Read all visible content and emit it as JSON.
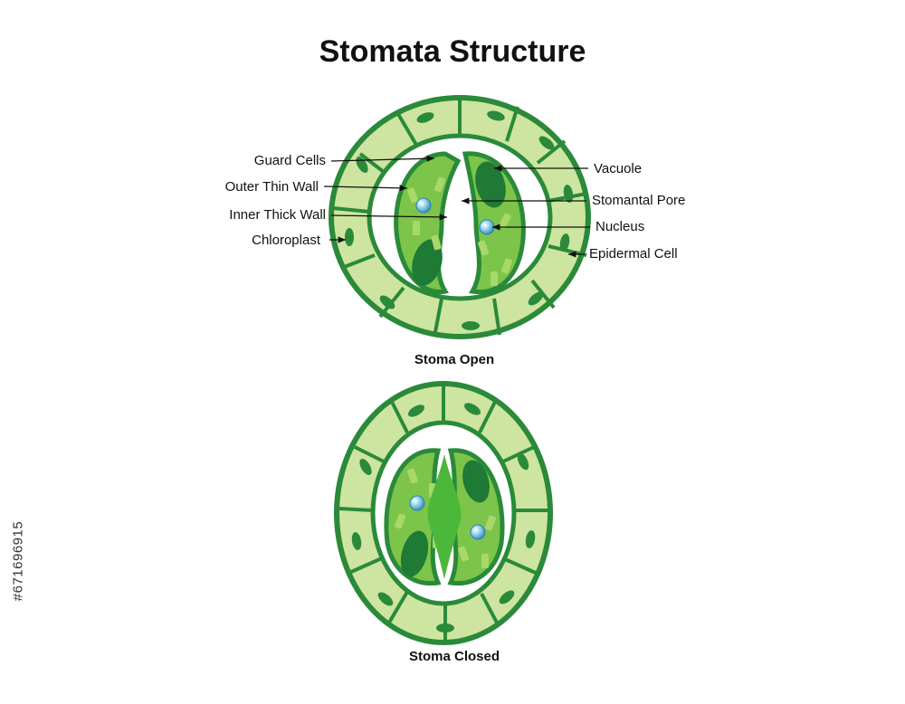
{
  "title": "Stomata Structure",
  "labels": {
    "guard_cells": "Guard Cells",
    "outer_thin_wall": "Outer Thin Wall",
    "inner_thick_wall": "Inner Thick Wall",
    "chloroplast": "Chloroplast",
    "vacuole": "Vacuole",
    "stomatal_pore": "Stomantal Pore",
    "nucleus": "Nucleus",
    "epidermal_cell": "Epidermal Cell"
  },
  "captions": {
    "open": "Stoma Open",
    "closed": "Stoma Closed"
  },
  "watermark_id": "#671696915",
  "colors": {
    "dark_green": "#2a8a3a",
    "epidermis_fill": "#cde5a0",
    "guard_fill": "#7cc54a",
    "vacuole": "#1e7a34",
    "chloroplast": "#a9d86a",
    "nucleus": "#6fbfe0"
  }
}
